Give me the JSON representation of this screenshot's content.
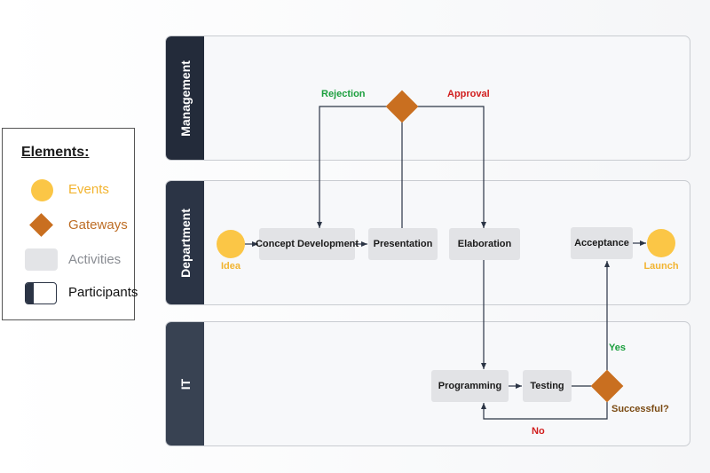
{
  "legend": {
    "title": "Elements:",
    "items": {
      "events": "Events",
      "gateways": "Gateways",
      "activities": "Activities",
      "participants": "Participants"
    }
  },
  "lanes": {
    "management": "Management",
    "department": "Department",
    "it": "IT"
  },
  "events": {
    "start": "Idea",
    "end": "Launch"
  },
  "activities": {
    "concept": "Concept Development",
    "presentation": "Presentation",
    "elaboration": "Elaboration",
    "acceptance": "Acceptance",
    "programming": "Programming",
    "testing": "Testing"
  },
  "gateways": {
    "management_decision": "",
    "test_result": "Successful?"
  },
  "flow_labels": {
    "rejection": "Rejection",
    "approval": "Approval",
    "yes": "Yes",
    "no": "No"
  },
  "colors": {
    "event": "#fbc646",
    "gateway": "#c96f20",
    "activity": "#e2e3e6",
    "lane_header": "#2b3445",
    "positive_label": "#1a9e3c",
    "negative_label": "#d11d1d"
  }
}
